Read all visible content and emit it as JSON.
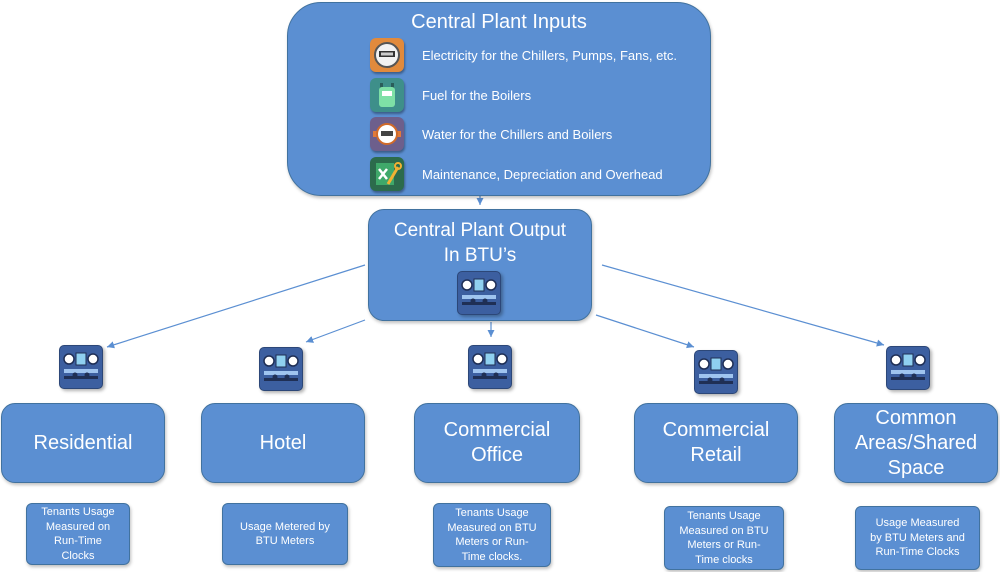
{
  "inputs": {
    "title": "Central Plant Inputs",
    "items": [
      {
        "label": "Electricity for the Chillers, Pumps, Fans, etc.",
        "icon": "electric-meter-icon"
      },
      {
        "label": "Fuel for the Boilers",
        "icon": "gas-meter-icon"
      },
      {
        "label": "Water for the Chillers and Boilers",
        "icon": "water-meter-icon"
      },
      {
        "label": "Maintenance, Depreciation and Overhead",
        "icon": "spreadsheet-wrench-icon"
      }
    ]
  },
  "output": {
    "title_line1": "Central Plant Output",
    "title_line2": "In BTU’s",
    "icon": "btu-meter-icon"
  },
  "categories": [
    {
      "lines": [
        "Residential"
      ],
      "note": [
        "Tenants Usage",
        "Measured on",
        "Run-Time",
        "Clocks"
      ]
    },
    {
      "lines": [
        "Hotel"
      ],
      "note": [
        "Usage  Metered by",
        "BTU Meters"
      ]
    },
    {
      "lines": [
        "Commercial",
        "Office"
      ],
      "note": [
        "Tenants Usage",
        "Measured on BTU",
        "Meters or Run-",
        "Time clocks."
      ]
    },
    {
      "lines": [
        "Commercial",
        "Retail"
      ],
      "note": [
        "Tenants Usage",
        "Measured on BTU",
        "Meters or Run-",
        "Time clocks"
      ]
    },
    {
      "lines": [
        "Common",
        "Areas/Shared",
        "Space"
      ],
      "note": [
        "Usage  Measured",
        "by BTU Meters and",
        "Run-Time Clocks"
      ]
    }
  ],
  "colors": {
    "box_fill": "#5b8fd2",
    "box_border": "#41729f",
    "arrow": "#5b8fd2"
  }
}
